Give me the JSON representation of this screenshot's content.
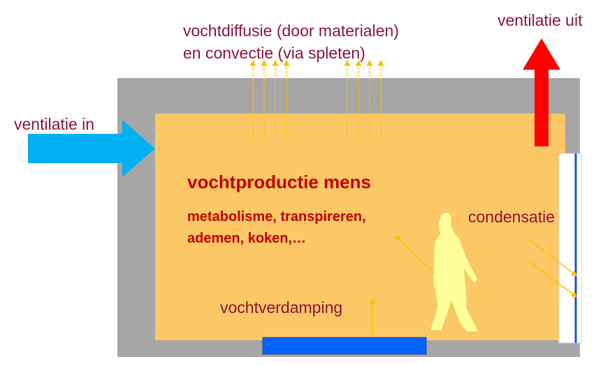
{
  "labels": {
    "diffusion_line1": "vochtdiffusie (door materialen)",
    "diffusion_line2": "en convectie (via spleten)",
    "ventilation_out": "ventilatie uit",
    "ventilation_in": "ventilatie in",
    "main_title": "vochtproductie mens",
    "sources_line1": "metabolisme, transpireren,",
    "sources_line2": "ademen, koken,…",
    "condensation": "condensatie",
    "evaporation": "vochtverdamping"
  },
  "colors": {
    "wall": "#a6a6a6",
    "interior": "#fcc765",
    "arrow_in": "#00b0f0",
    "arrow_out": "#ff0000",
    "water": "#0066ff",
    "window_glass": "#1a4fd6",
    "person": "#ffff99",
    "flow_arrow": "#ffc000",
    "label_text": "#8b1538",
    "emphasis_text": "#c00000"
  },
  "icons": {
    "person": "person-silhouette-icon",
    "water": "water-surface-icon"
  }
}
